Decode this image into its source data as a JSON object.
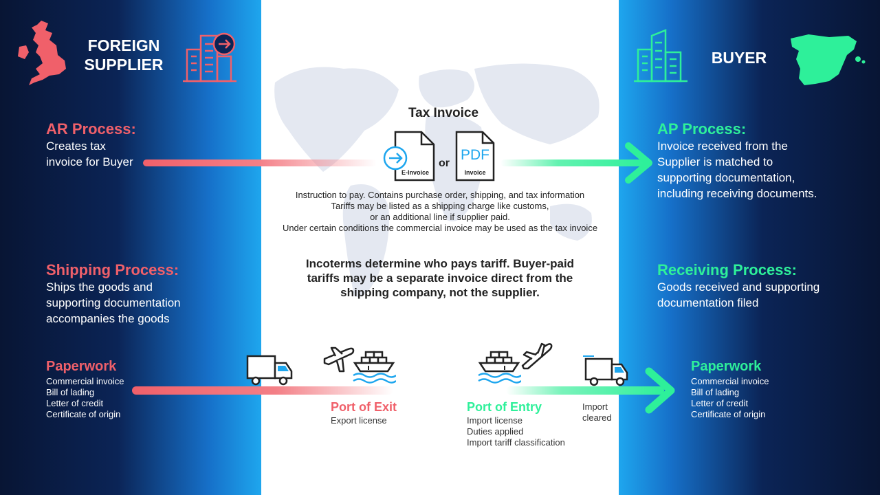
{
  "supplier": {
    "title_line1": "FOREIGN",
    "title_line2": "SUPPLIER",
    "ar_heading": "AR Process:",
    "ar_text_line1": "Creates tax",
    "ar_text_line2": "invoice for Buyer",
    "shipping_heading": "Shipping Process:",
    "shipping_line1": "Ships the goods and",
    "shipping_line2": "supporting documentation",
    "shipping_line3": "accompanies the goods",
    "paperwork_heading": "Paperwork",
    "paperwork_items": [
      "Commercial invoice",
      "Bill of lading",
      "Letter of credit",
      "Certificate of origin"
    ]
  },
  "buyer": {
    "title": "BUYER",
    "ap_heading": "AP Process:",
    "ap_line1": "Invoice received from the",
    "ap_line2": "Supplier is matched to",
    "ap_line3": "supporting documentation,",
    "ap_line4": "including receiving documents.",
    "receiving_heading": "Receiving Process:",
    "receiving_line1": "Goods received and supporting",
    "receiving_line2": "documentation filed",
    "paperwork_heading": "Paperwork",
    "paperwork_items": [
      "Commercial invoice",
      "Bill of lading",
      "Letter of credit",
      "Certificate of origin"
    ]
  },
  "center": {
    "tax_invoice_title": "Tax Invoice",
    "einvoice_label": "E-Invoice",
    "or_label": "or",
    "pdf_label": "PDF",
    "invoice_label": "Invoice",
    "instructions": [
      "Instruction to pay. Contains purchase order, shipping, and tax information",
      "Tariffs may be listed as a shipping charge like customs,",
      "or an additional line if supplier paid.",
      "Under certain conditions the commercial invoice may be used as the tax invoice"
    ],
    "incoterms": [
      "Incoterms determine who pays tariff. Buyer-paid",
      "tariffs may be a separate invoice direct from the",
      "shipping company, not the supplier."
    ],
    "port_exit_heading": "Port of Exit",
    "port_exit_items": [
      "Export license"
    ],
    "port_entry_heading": "Port of Entry",
    "port_entry_items": [
      "Import license",
      "Duties applied",
      "Import tariff classification"
    ],
    "import_cleared_line1": "Import",
    "import_cleared_line2": "cleared"
  },
  "colors": {
    "red": "#f0606a",
    "green": "#2ef09a",
    "blue": "#1ea6ee",
    "dark": "#081534"
  },
  "icons": [
    "uk-map-icon",
    "building-arrow-icon",
    "building-icon",
    "spain-map-icon",
    "e-invoice-icon",
    "pdf-invoice-icon",
    "truck-icon",
    "airplane-icon",
    "ship-icon"
  ]
}
